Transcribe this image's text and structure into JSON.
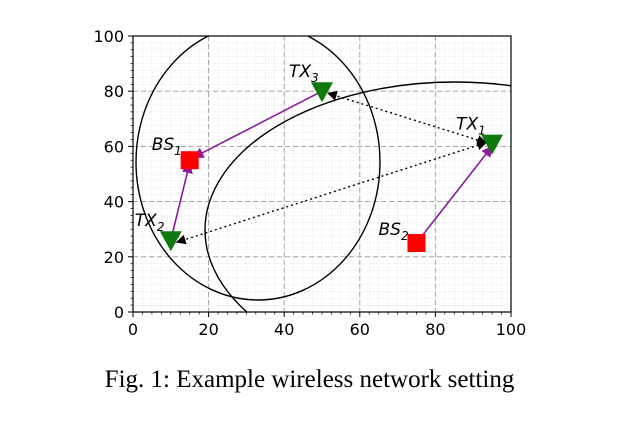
{
  "chart_data": {
    "type": "scatter",
    "xlim": [
      0,
      100
    ],
    "ylim": [
      0,
      100
    ],
    "xticks": [
      "0",
      "20",
      "40",
      "60",
      "80",
      "100"
    ],
    "yticks": [
      "0",
      "20",
      "40",
      "60",
      "80",
      "100"
    ],
    "grid": true,
    "minor_grid": true,
    "transmitters": [
      {
        "name": "TX",
        "sub": "1",
        "x": 95,
        "y": 61
      },
      {
        "name": "TX",
        "sub": "2",
        "x": 10,
        "y": 26
      },
      {
        "name": "TX",
        "sub": "3",
        "x": 50,
        "y": 80
      }
    ],
    "base_stations": [
      {
        "name": "BS",
        "sub": "1",
        "x": 15,
        "y": 55
      },
      {
        "name": "BS",
        "sub": "2",
        "x": 75,
        "y": 25
      }
    ],
    "links": [
      {
        "from": [
          50,
          80
        ],
        "to": [
          16,
          56
        ],
        "style": "solid",
        "color": "#8b1a9e"
      },
      {
        "from": [
          10,
          26
        ],
        "to": [
          15,
          54
        ],
        "style": "solid",
        "color": "#8b1a9e"
      },
      {
        "from": [
          75,
          25
        ],
        "to": [
          95,
          60
        ],
        "style": "solid",
        "color": "#8b1a9e"
      }
    ],
    "interference": [
      {
        "from": [
          50,
          80
        ],
        "to": [
          95,
          61
        ],
        "style": "dotted",
        "color": "#000000"
      },
      {
        "from": [
          10,
          26
        ],
        "to": [
          95,
          61
        ],
        "style": "dotted",
        "color": "#000000"
      }
    ],
    "colors": {
      "transmitter": "#0e7a0e",
      "base_station": "#ff0000",
      "link": "#8b1a9e",
      "interference": "#000000",
      "circle": "#000000"
    }
  },
  "caption": "Fig. 1: Example wireless network setting"
}
